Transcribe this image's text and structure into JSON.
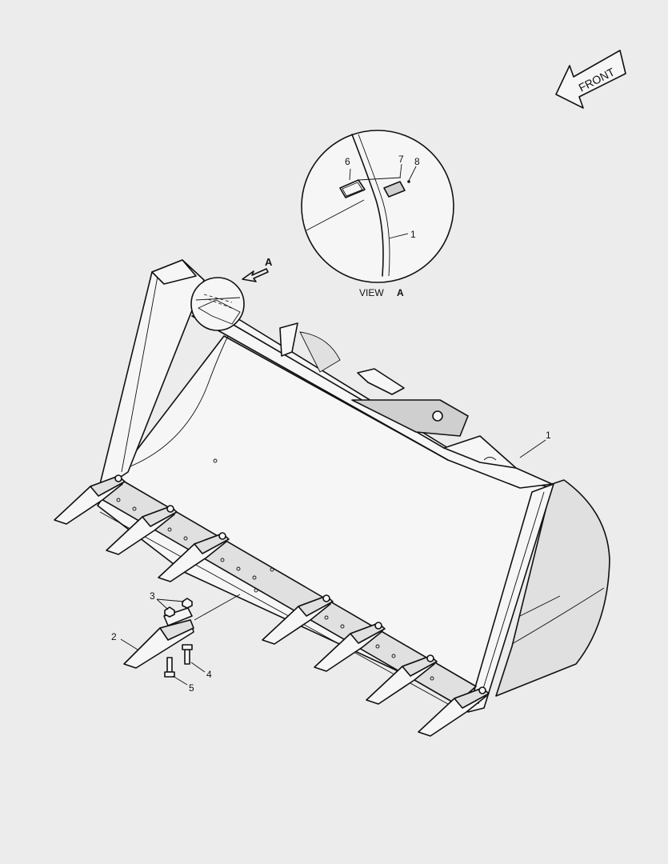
{
  "diagram": {
    "front_label": "FRONT",
    "view_label": "VIEW",
    "view_letter": "A",
    "view_marker": "A",
    "callouts": {
      "c1_main": "1",
      "c1_detail": "1",
      "c2": "2",
      "c3": "3",
      "c4": "4",
      "c5": "5",
      "c6": "6",
      "c7": "7",
      "c8": "8"
    }
  }
}
